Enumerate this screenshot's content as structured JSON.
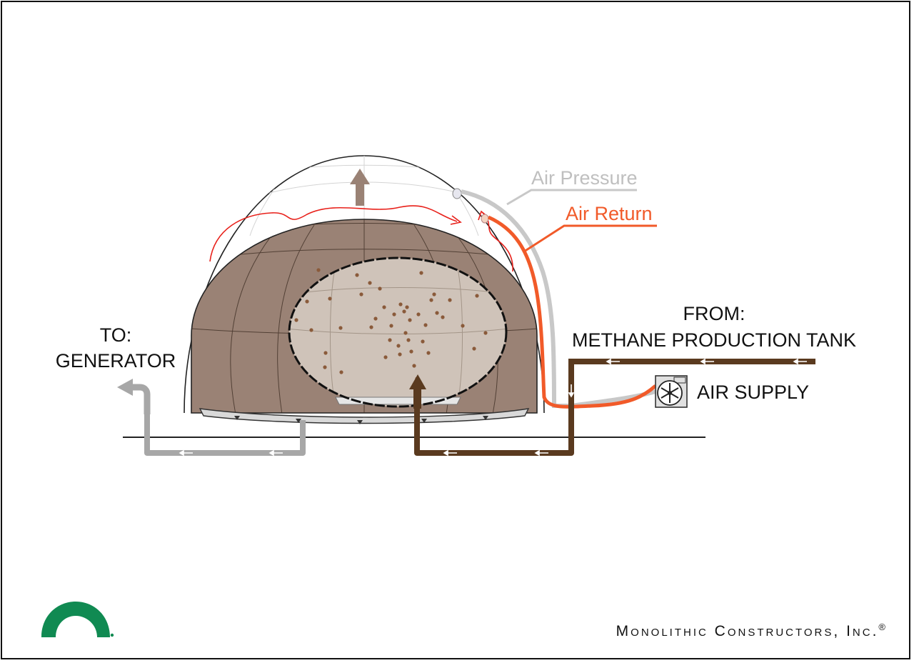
{
  "labels": {
    "air_pressure": "Air Pressure",
    "air_return": "Air Return",
    "from_line1": "FROM:",
    "from_line2": "METHANE PRODUCTION TANK",
    "to_line1": "TO:",
    "to_line2": "GENERATOR",
    "air_supply": "AIR SUPPLY"
  },
  "company": {
    "name": "Monolithic Constructors, Inc.",
    "mark": "®"
  },
  "colors": {
    "dome_fill": "#9a8275",
    "digester_fill": "#cfc3b9",
    "methane_pipe": "#5a3a1f",
    "gas_pipe": "#a7a7a7",
    "air_return": "#f15a29",
    "air_pressure": "#c8c8c8",
    "airflow": "#e8201a",
    "logo_green": "#108a52",
    "bubble": "#8a5a3a"
  },
  "icons": [
    "fan-icon",
    "logo-icon"
  ]
}
